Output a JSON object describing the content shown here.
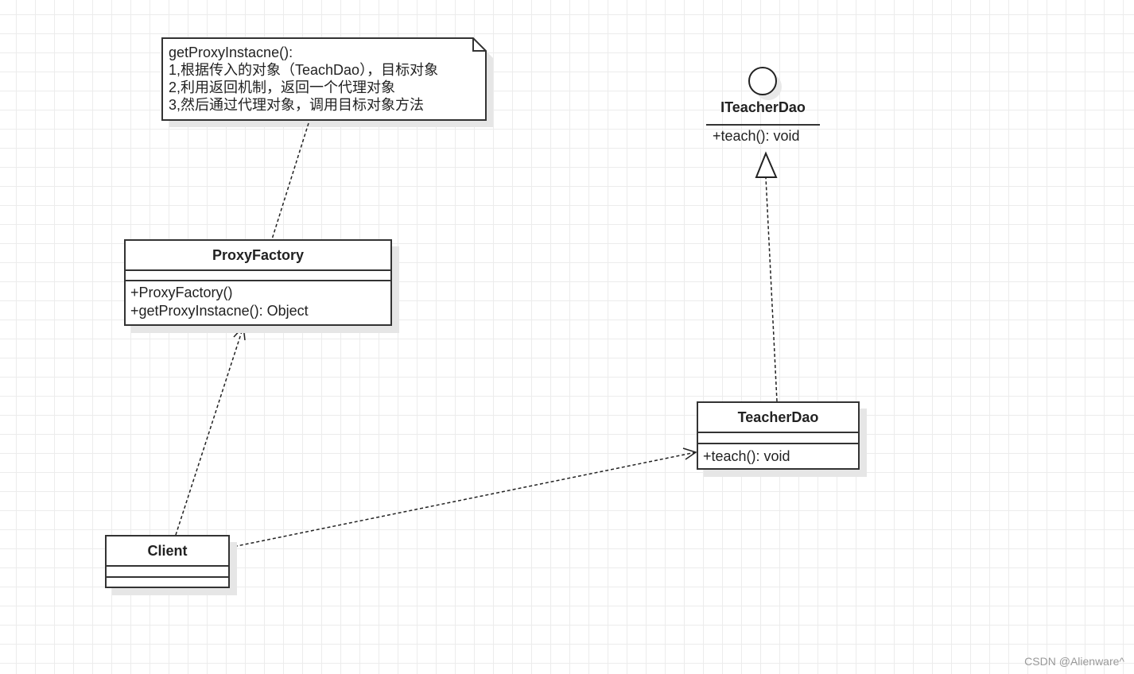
{
  "note": {
    "lines": [
      "getProxyInstacne():",
      "1,根据传入的对象（TeachDao），目标对象",
      "2,利用返回机制，返回一个代理对象",
      "3,然后通过代理对象，调用目标对象方法"
    ]
  },
  "interface": {
    "name": "ITeacherDao",
    "methods": [
      "+teach(): void"
    ]
  },
  "proxy_factory": {
    "name": "ProxyFactory",
    "methods": [
      "+ProxyFactory()",
      "+getProxyInstacne(): Object"
    ]
  },
  "teacher_dao": {
    "name": "TeacherDao",
    "methods": [
      "+teach(): void"
    ]
  },
  "client": {
    "name": "Client"
  },
  "watermark": "CSDN @Alienware^"
}
